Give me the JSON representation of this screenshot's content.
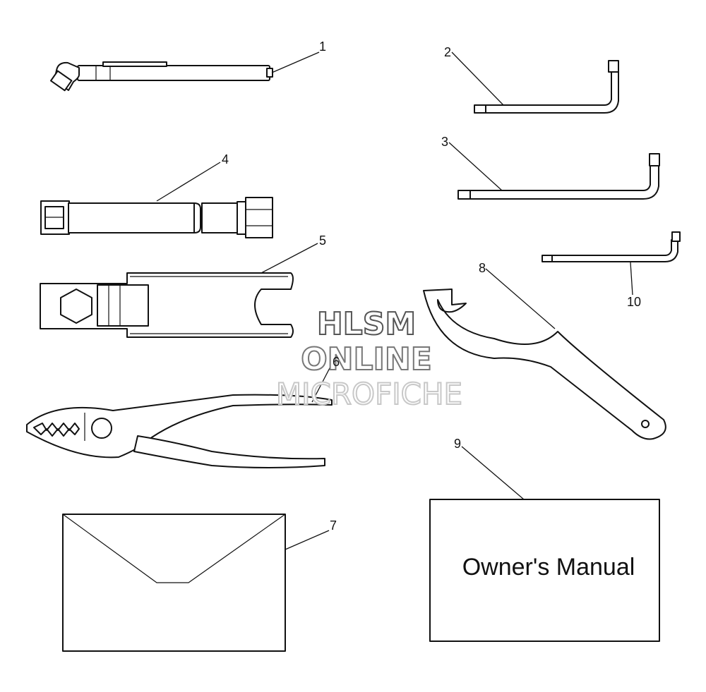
{
  "callouts": [
    {
      "id": "1",
      "label": "1"
    },
    {
      "id": "2",
      "label": "2"
    },
    {
      "id": "3",
      "label": "3"
    },
    {
      "id": "4",
      "label": "4"
    },
    {
      "id": "5",
      "label": "5"
    },
    {
      "id": "6",
      "label": "6"
    },
    {
      "id": "7",
      "label": "7"
    },
    {
      "id": "8",
      "label": "8"
    },
    {
      "id": "9",
      "label": "9"
    },
    {
      "id": "10",
      "label": "10"
    }
  ],
  "manual": {
    "title": "Owner's Manual"
  },
  "watermark": {
    "line1": "HLSM",
    "line2": "ONLINE",
    "line3": "MICROFICHE"
  }
}
